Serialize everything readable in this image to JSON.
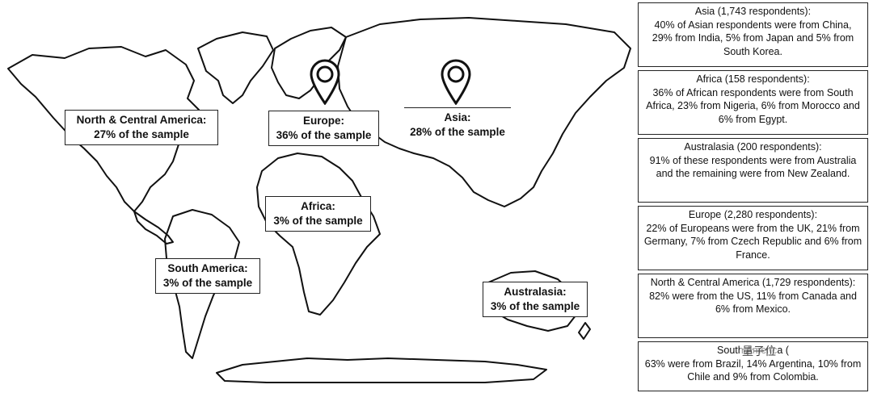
{
  "map": {
    "labels": [
      {
        "id": "north-central-america",
        "line1": "North & Central America:",
        "line2": "27% of the sample"
      },
      {
        "id": "europe",
        "line1": "Europe:",
        "line2": "36% of the sample"
      },
      {
        "id": "asia",
        "line1": "Asia:",
        "line2": "28% of the sample"
      },
      {
        "id": "africa",
        "line1": "Africa:",
        "line2": "3% of the sample"
      },
      {
        "id": "south-america",
        "line1": "South America:",
        "line2": "3% of the sample"
      },
      {
        "id": "australasia",
        "line1": "Australasia:",
        "line2": "3% of the sample"
      }
    ],
    "pins": [
      "map-pin-icon"
    ]
  },
  "panels": [
    {
      "id": "asia",
      "title": "Asia (1,743 respondents):",
      "body": "40% of Asian respondents were from China, 29% from India, 5% from Japan and 5% from South Korea."
    },
    {
      "id": "africa",
      "title": "Africa (158 respondents):",
      "body": "36% of African respondents were from South Africa, 23% from Nigeria, 6% from Morocco and 6% from Egypt."
    },
    {
      "id": "australasia",
      "title": "Australasia (200 respondents):",
      "body": "91% of these respondents were from Australia and the remaining were from New Zealand."
    },
    {
      "id": "europe",
      "title": "Europe (2,280 respondents):",
      "body": "22% of Europeans were from the UK, 21% from Germany, 7% from Czech Republic and 6% from France."
    },
    {
      "id": "north-central-america",
      "title": "North & Central America (1,729 respondents):",
      "body": "82% were from the US, 11% from Canada and 6% from Mexico."
    },
    {
      "id": "south-america",
      "title": "South America (",
      "body": "63% were from Brazil, 14% Argentina, 10% from Chile and 9% from Colombia."
    }
  ],
  "watermark": "量子位"
}
